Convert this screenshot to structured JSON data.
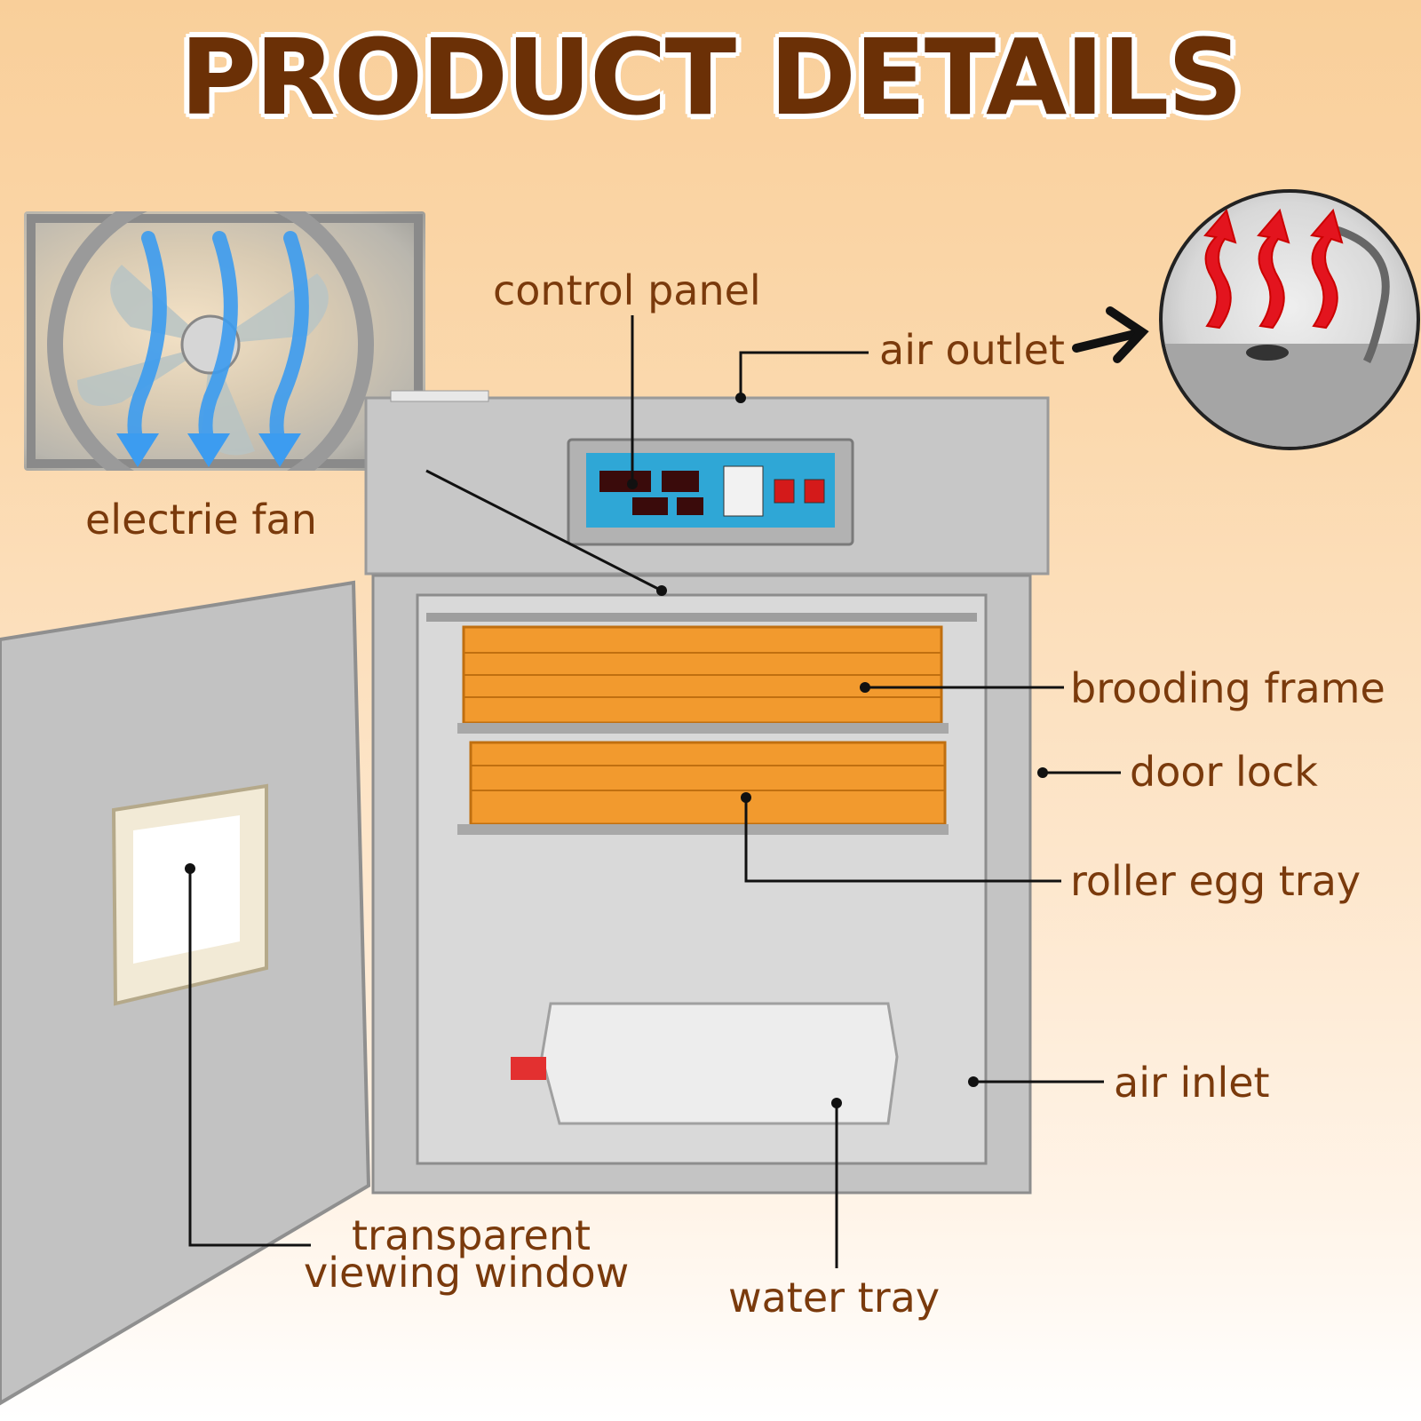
{
  "title": "PRODUCT DETAILS",
  "labels": {
    "control_panel": "control panel",
    "air_outlet": "air outlet",
    "electric_fan": "electrie fan",
    "brooding_frame": "brooding frame",
    "door_lock": "door lock",
    "roller_egg_tray": "roller egg tray",
    "air_inlet": "air inlet",
    "transparent_line1": "transparent",
    "transparent_line2": "viewing window",
    "water_tray": "water tray"
  },
  "colors": {
    "label_text": "#7a3a0c",
    "title_text": "#6b3006",
    "tray_orange": "#f29a2e",
    "cabinet_gray": "#c9c9c9",
    "fan_arrow_blue": "#3c9cf0",
    "heat_arrow_red": "#e3141e"
  }
}
